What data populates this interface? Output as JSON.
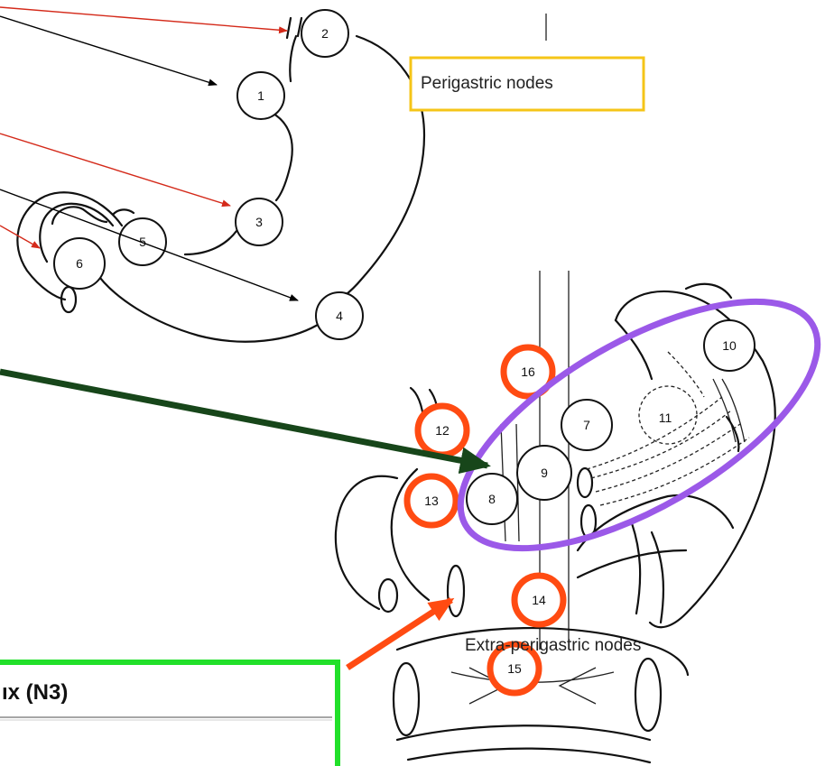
{
  "perigastric": {
    "caption": "Perigastric nodes",
    "caption_box_color": "#f5c518",
    "nodes": [
      {
        "label": "1"
      },
      {
        "label": "2"
      },
      {
        "label": "3"
      },
      {
        "label": "4"
      },
      {
        "label": "5"
      },
      {
        "label": "6"
      }
    ]
  },
  "extra_perigastric": {
    "caption": "Extra-perigastric nodes",
    "nodes": [
      {
        "label": "7"
      },
      {
        "label": "8"
      },
      {
        "label": "9"
      },
      {
        "label": "10"
      },
      {
        "label": "11"
      },
      {
        "label": "12"
      },
      {
        "label": "13"
      },
      {
        "label": "14"
      },
      {
        "label": "15"
      },
      {
        "label": "16"
      }
    ],
    "highlighted_nodes": [
      "12",
      "13",
      "14",
      "15",
      "16"
    ],
    "highlight_color": "#ff4b12",
    "celiac_group_ellipse_color": "#9b59e8"
  },
  "green_box": {
    "text": "ıx (N3)",
    "border_color": "#22e02a"
  },
  "arrow_colors": {
    "red": "#d42a1a",
    "black": "#000000",
    "dark_green": "#17461a",
    "orange": "#ff4b12"
  }
}
